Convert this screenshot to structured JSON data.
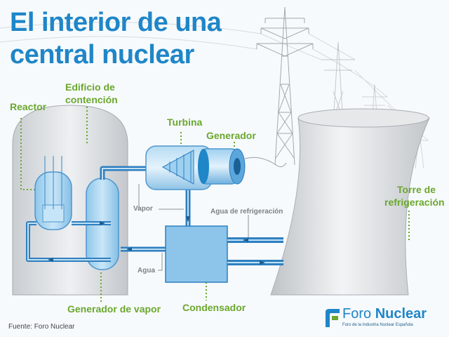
{
  "title": {
    "line1": "El interior de una",
    "line2": "central nuclear"
  },
  "labels": {
    "reactor": "Reactor",
    "containment_line1": "Edificio de",
    "containment_line2": "contención",
    "turbine": "Turbina",
    "generator": "Generador",
    "cooling_tower_line1": "Torre de",
    "cooling_tower_line2": "refrigeración",
    "steam_generator": "Generador de vapor",
    "condenser": "Condensador"
  },
  "flow_labels": {
    "steam": "Vapor",
    "water": "Agua",
    "cooling_water": "Agua de refrigeración"
  },
  "source": "Fuente: Foro Nuclear",
  "logo": {
    "name_regular": "Foro ",
    "name_bold": "Nuclear",
    "tagline": "Foro de la Industria Nuclear Española"
  },
  "colors": {
    "title": "#1f86c8",
    "labels": "#6aa72e",
    "pipes": "#2f7fc0",
    "building": "#d9dcdf"
  }
}
